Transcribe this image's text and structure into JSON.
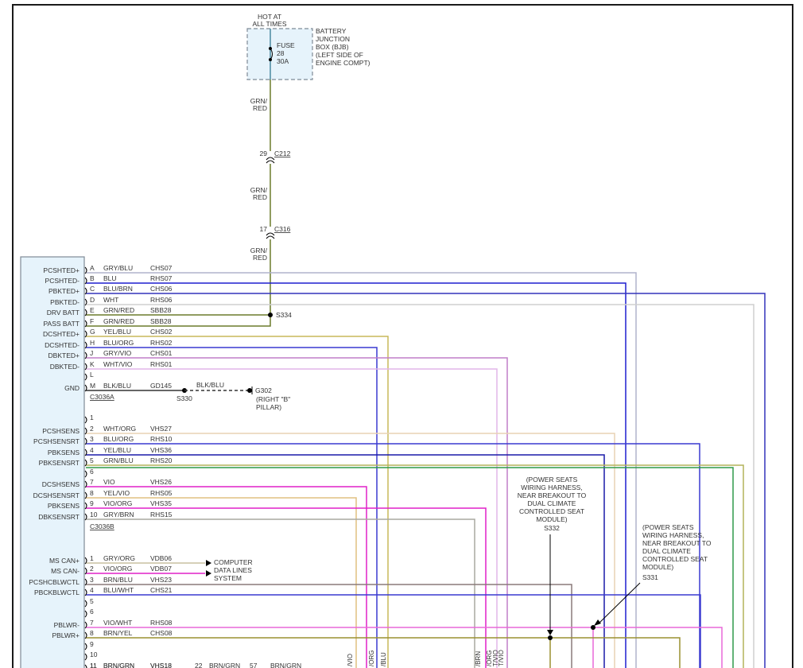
{
  "power_source": {
    "hot_label": [
      "HOT AT",
      "ALL TIMES"
    ],
    "fuse_label": [
      "FUSE",
      "28",
      "30A"
    ],
    "box_label": [
      "BATTERY",
      "JUNCTION",
      "BOX (BJB)",
      "(LEFT SIDE OF",
      "ENGINE COMPT)"
    ]
  },
  "feed_wire_color": [
    "GRN/",
    "RED"
  ],
  "inline_connectors": [
    {
      "pin": "29",
      "name": "C212"
    },
    {
      "pin": "17",
      "name": "C316"
    }
  ],
  "module_connectors": [
    "C3036A",
    "C3036B"
  ],
  "splices": {
    "s334": "S334",
    "s330": "S330",
    "s332": "S332",
    "s331": "S331"
  },
  "ground": {
    "wire_color": "BLK/BLU",
    "name": "G302",
    "location": [
      "(RIGHT \"B\"",
      "PILLAR)"
    ]
  },
  "destinations": {
    "computer_data_lines": [
      "COMPUTER",
      "DATA LINES",
      "SYSTEM"
    ]
  },
  "notes": {
    "s332": [
      "(POWER SEATS",
      "WIRING HARNESS,",
      "NEAR BREAKOUT TO",
      "DUAL CLIMATE",
      "CONTROLLED SEAT",
      "MODULE)"
    ],
    "s331": [
      "(POWER SEATS",
      "WIRING HARNESS,",
      "NEAR BREAKOUT TO",
      "DUAL CLIMATE",
      "CONTROLLED SEAT",
      "MODULE)"
    ]
  },
  "connector_a_pins": [
    {
      "pin": "A",
      "signal": "PCSHTED+",
      "wire": "GRY/BLU",
      "circuit": "CHS07",
      "color": "#b0b4cc"
    },
    {
      "pin": "B",
      "signal": "PCSHTED-",
      "wire": "BLU",
      "circuit": "RHS07",
      "color": "#1f1fcf"
    },
    {
      "pin": "C",
      "signal": "PBKTED+",
      "wire": "BLU/BRN",
      "circuit": "CHS06",
      "color": "#3333bb"
    },
    {
      "pin": "D",
      "signal": "PBKTED-",
      "wire": "WHT",
      "circuit": "RHS06",
      "color": "#cfcfcf"
    },
    {
      "pin": "E",
      "signal": "DRV BATT",
      "wire": "GRN/RED",
      "circuit": "SBB28",
      "color": "#6b7b2b"
    },
    {
      "pin": "F",
      "signal": "PASS BATT",
      "wire": "GRN/RED",
      "circuit": "SBB28",
      "color": "#6b7b2b"
    },
    {
      "pin": "G",
      "signal": "DCSHTED+",
      "wire": "YEL/BLU",
      "circuit": "CHS02",
      "color": "#c8b85a"
    },
    {
      "pin": "H",
      "signal": "DCSHTED-",
      "wire": "BLU/ORG",
      "circuit": "RHS02",
      "color": "#3a3ad0"
    },
    {
      "pin": "J",
      "signal": "DBKTED+",
      "wire": "GRY/VIO",
      "circuit": "CHS01",
      "color": "#c07ec8"
    },
    {
      "pin": "K",
      "signal": "DBKTED-",
      "wire": "WHT/VIO",
      "circuit": "RHS01",
      "color": "#e2b6e8"
    },
    {
      "pin": "L",
      "signal": "",
      "wire": "",
      "circuit": "",
      "color": ""
    },
    {
      "pin": "M",
      "signal": "GND",
      "wire": "BLK/BLU",
      "circuit": "GD145",
      "color": "#333333"
    }
  ],
  "connector_b_pins": [
    {
      "pin": "1",
      "signal": "",
      "wire": "",
      "circuit": "",
      "color": ""
    },
    {
      "pin": "2",
      "signal": "PCSHSENS",
      "wire": "WHT/ORG",
      "circuit": "VHS27",
      "color": "#e8d2b4"
    },
    {
      "pin": "3",
      "signal": "PCSHSENSRT",
      "wire": "BLU/ORG",
      "circuit": "RHS10",
      "color": "#3a3ad0"
    },
    {
      "pin": "4",
      "signal": "PBKSENS",
      "wire": "YEL/BLU",
      "circuit": "VHS36",
      "color": "#1a1aa8"
    },
    {
      "pin": "5",
      "signal": "PBKSENSRT",
      "wire": "GRN/BLU",
      "circuit": "RHS20",
      "color": "#b4b45a"
    },
    {
      "pin": "6",
      "signal": "",
      "wire": "",
      "circuit": "",
      "color": ""
    },
    {
      "pin": "7",
      "signal": "DCSHSENS",
      "wire": "VIO",
      "circuit": "VHS26",
      "color": "#e020c8"
    },
    {
      "pin": "8",
      "signal": "DCSHSENSRT",
      "wire": "YEL/VIO",
      "circuit": "RHS05",
      "color": "#e0c080"
    },
    {
      "pin": "9",
      "signal": "PBKSENS",
      "wire": "VIO/ORG",
      "circuit": "VHS35",
      "color": "#e020c8"
    },
    {
      "pin": "10",
      "signal": "DBKSENSRT",
      "wire": "GRY/BRN",
      "circuit": "RHS15",
      "color": "#a8a8a0"
    }
  ],
  "connector_c_pins": [
    {
      "pin": "1",
      "signal": "MS CAN+",
      "wire": "GRY/ORG",
      "circuit": "VDB06",
      "color": "#c8c0a0"
    },
    {
      "pin": "2",
      "signal": "MS CAN-",
      "wire": "VIO/ORG",
      "circuit": "VDB07",
      "color": "#e020c8"
    },
    {
      "pin": "3",
      "signal": "PCSHCBLWCTL",
      "wire": "BRN/BLU",
      "circuit": "VHS23",
      "color": "#8a7a7a"
    },
    {
      "pin": "4",
      "signal": "PBCKBLWCTL",
      "wire": "BLU/WHT",
      "circuit": "CHS21",
      "color": "#3a3ad0"
    },
    {
      "pin": "5",
      "signal": "",
      "wire": "",
      "circuit": "",
      "color": ""
    },
    {
      "pin": "6",
      "signal": "",
      "wire": "",
      "circuit": "",
      "color": ""
    },
    {
      "pin": "7",
      "signal": "PBLWR-",
      "wire": "VIO/WHT",
      "circuit": "RHS08",
      "color": "#e868d8"
    },
    {
      "pin": "8",
      "signal": "PBLWR+",
      "wire": "BRN/YEL",
      "circuit": "CHS08",
      "color": "#9a9030"
    },
    {
      "pin": "9",
      "signal": "",
      "wire": "",
      "circuit": "",
      "color": ""
    },
    {
      "pin": "10",
      "signal": "",
      "wire": "",
      "circuit": "",
      "color": ""
    },
    {
      "pin": "11",
      "signal": "",
      "wire": "BRN/GRN",
      "circuit": "VHS18",
      "color": ""
    }
  ],
  "bottom_continuation": {
    "pin": "22",
    "wire": "BRN/GRN",
    "pin2": "57",
    "wire2": "BRN/GRN"
  },
  "vertical_cut_labels": [
    "/VIO",
    "/ORG",
    "/BLU",
    "/BRN",
    "/ORG",
    "T/VIO",
    "T/VIO"
  ]
}
